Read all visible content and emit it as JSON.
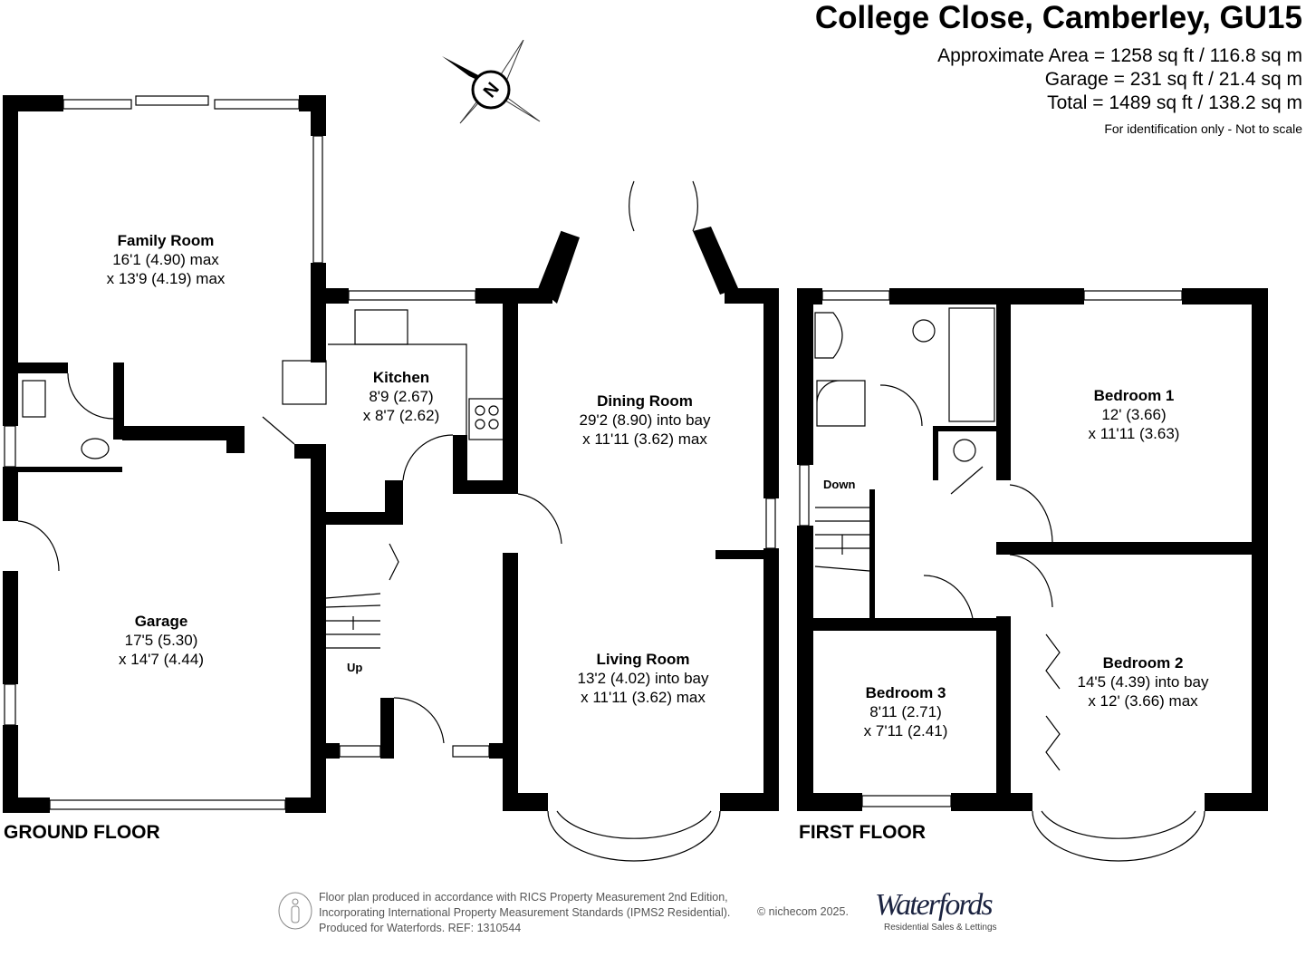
{
  "header": {
    "title": "College Close, Camberley, GU15",
    "approx_area": "Approximate Area = 1258 sq ft / 116.8 sq m",
    "garage_area": "Garage = 231 sq ft / 21.4 sq m",
    "total_area": "Total = 1489 sq ft / 138.2 sq m",
    "note": "For identification only - Not to scale"
  },
  "compass": {
    "icon": "north-compass-icon",
    "label": "N"
  },
  "ground_floor": {
    "label": "GROUND FLOOR",
    "rooms": [
      {
        "name": "Family Room",
        "dim1": "16'1 (4.90) max",
        "dim2": "x 13'9 (4.19) max"
      },
      {
        "name": "Kitchen",
        "dim1": "8'9 (2.67)",
        "dim2": "x 8'7 (2.62)"
      },
      {
        "name": "Dining Room",
        "dim1": "29'2 (8.90) into bay",
        "dim2": "x 11'11 (3.62) max"
      },
      {
        "name": "Garage",
        "dim1": "17'5 (5.30)",
        "dim2": "x 14'7 (4.44)"
      },
      {
        "name": "Living Room",
        "dim1": "13'2 (4.02) into bay",
        "dim2": "x 11'11 (3.62) max"
      }
    ],
    "stairs_label": "Up"
  },
  "first_floor": {
    "label": "FIRST FLOOR",
    "rooms": [
      {
        "name": "Bedroom 1",
        "dim1": "12' (3.66)",
        "dim2": "x 11'11 (3.63)"
      },
      {
        "name": "Bedroom 2",
        "dim1": "14'5 (4.39) into bay",
        "dim2": "x 12' (3.66) max"
      },
      {
        "name": "Bedroom 3",
        "dim1": "8'11 (2.71)",
        "dim2": "x 7'11 (2.41)"
      }
    ],
    "stairs_label": "Down"
  },
  "footer": {
    "line1": "Floor plan produced in accordance with RICS Property Measurement 2nd Edition,",
    "line2": "Incorporating International Property Measurement Standards (IPMS2 Residential).",
    "line3": "Produced for Waterfords.   REF:  1310544",
    "copyright": "© nichecom 2025.",
    "logo_name": "Waterfords",
    "logo_tagline": "Residential Sales & Lettings"
  }
}
